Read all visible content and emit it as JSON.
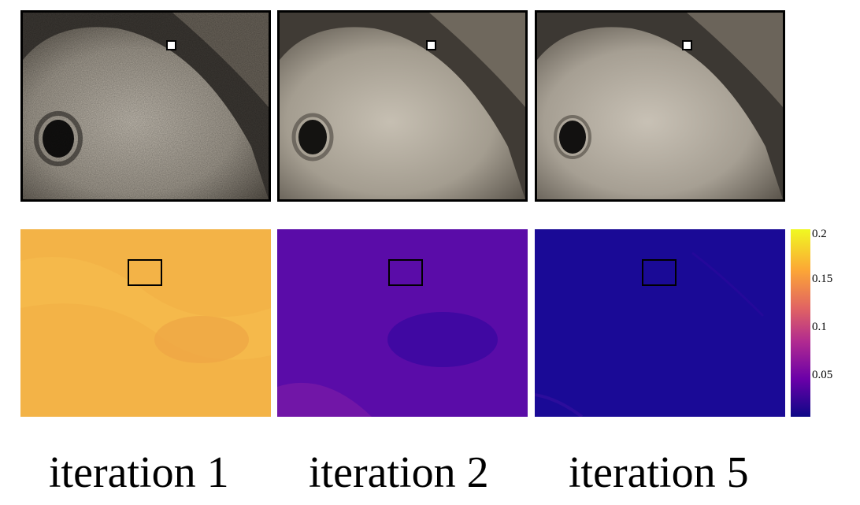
{
  "figure": {
    "columns": [
      {
        "caption": "iteration 1"
      },
      {
        "caption": "iteration 2"
      },
      {
        "caption": "iteration 5"
      }
    ],
    "colorbar": {
      "ticks": [
        "0.2",
        "0.15",
        "0.1",
        "0.05"
      ],
      "colormap": "plasma",
      "colors": [
        "#f0f921",
        "#fca636",
        "#e16462",
        "#b12a90",
        "#6a00a8",
        "#0d0887"
      ]
    },
    "heatmap_colors": {
      "iteration_1": "#f3b347",
      "iteration_2": "#5a0ca8",
      "iteration_5": "#1a0a96"
    }
  }
}
